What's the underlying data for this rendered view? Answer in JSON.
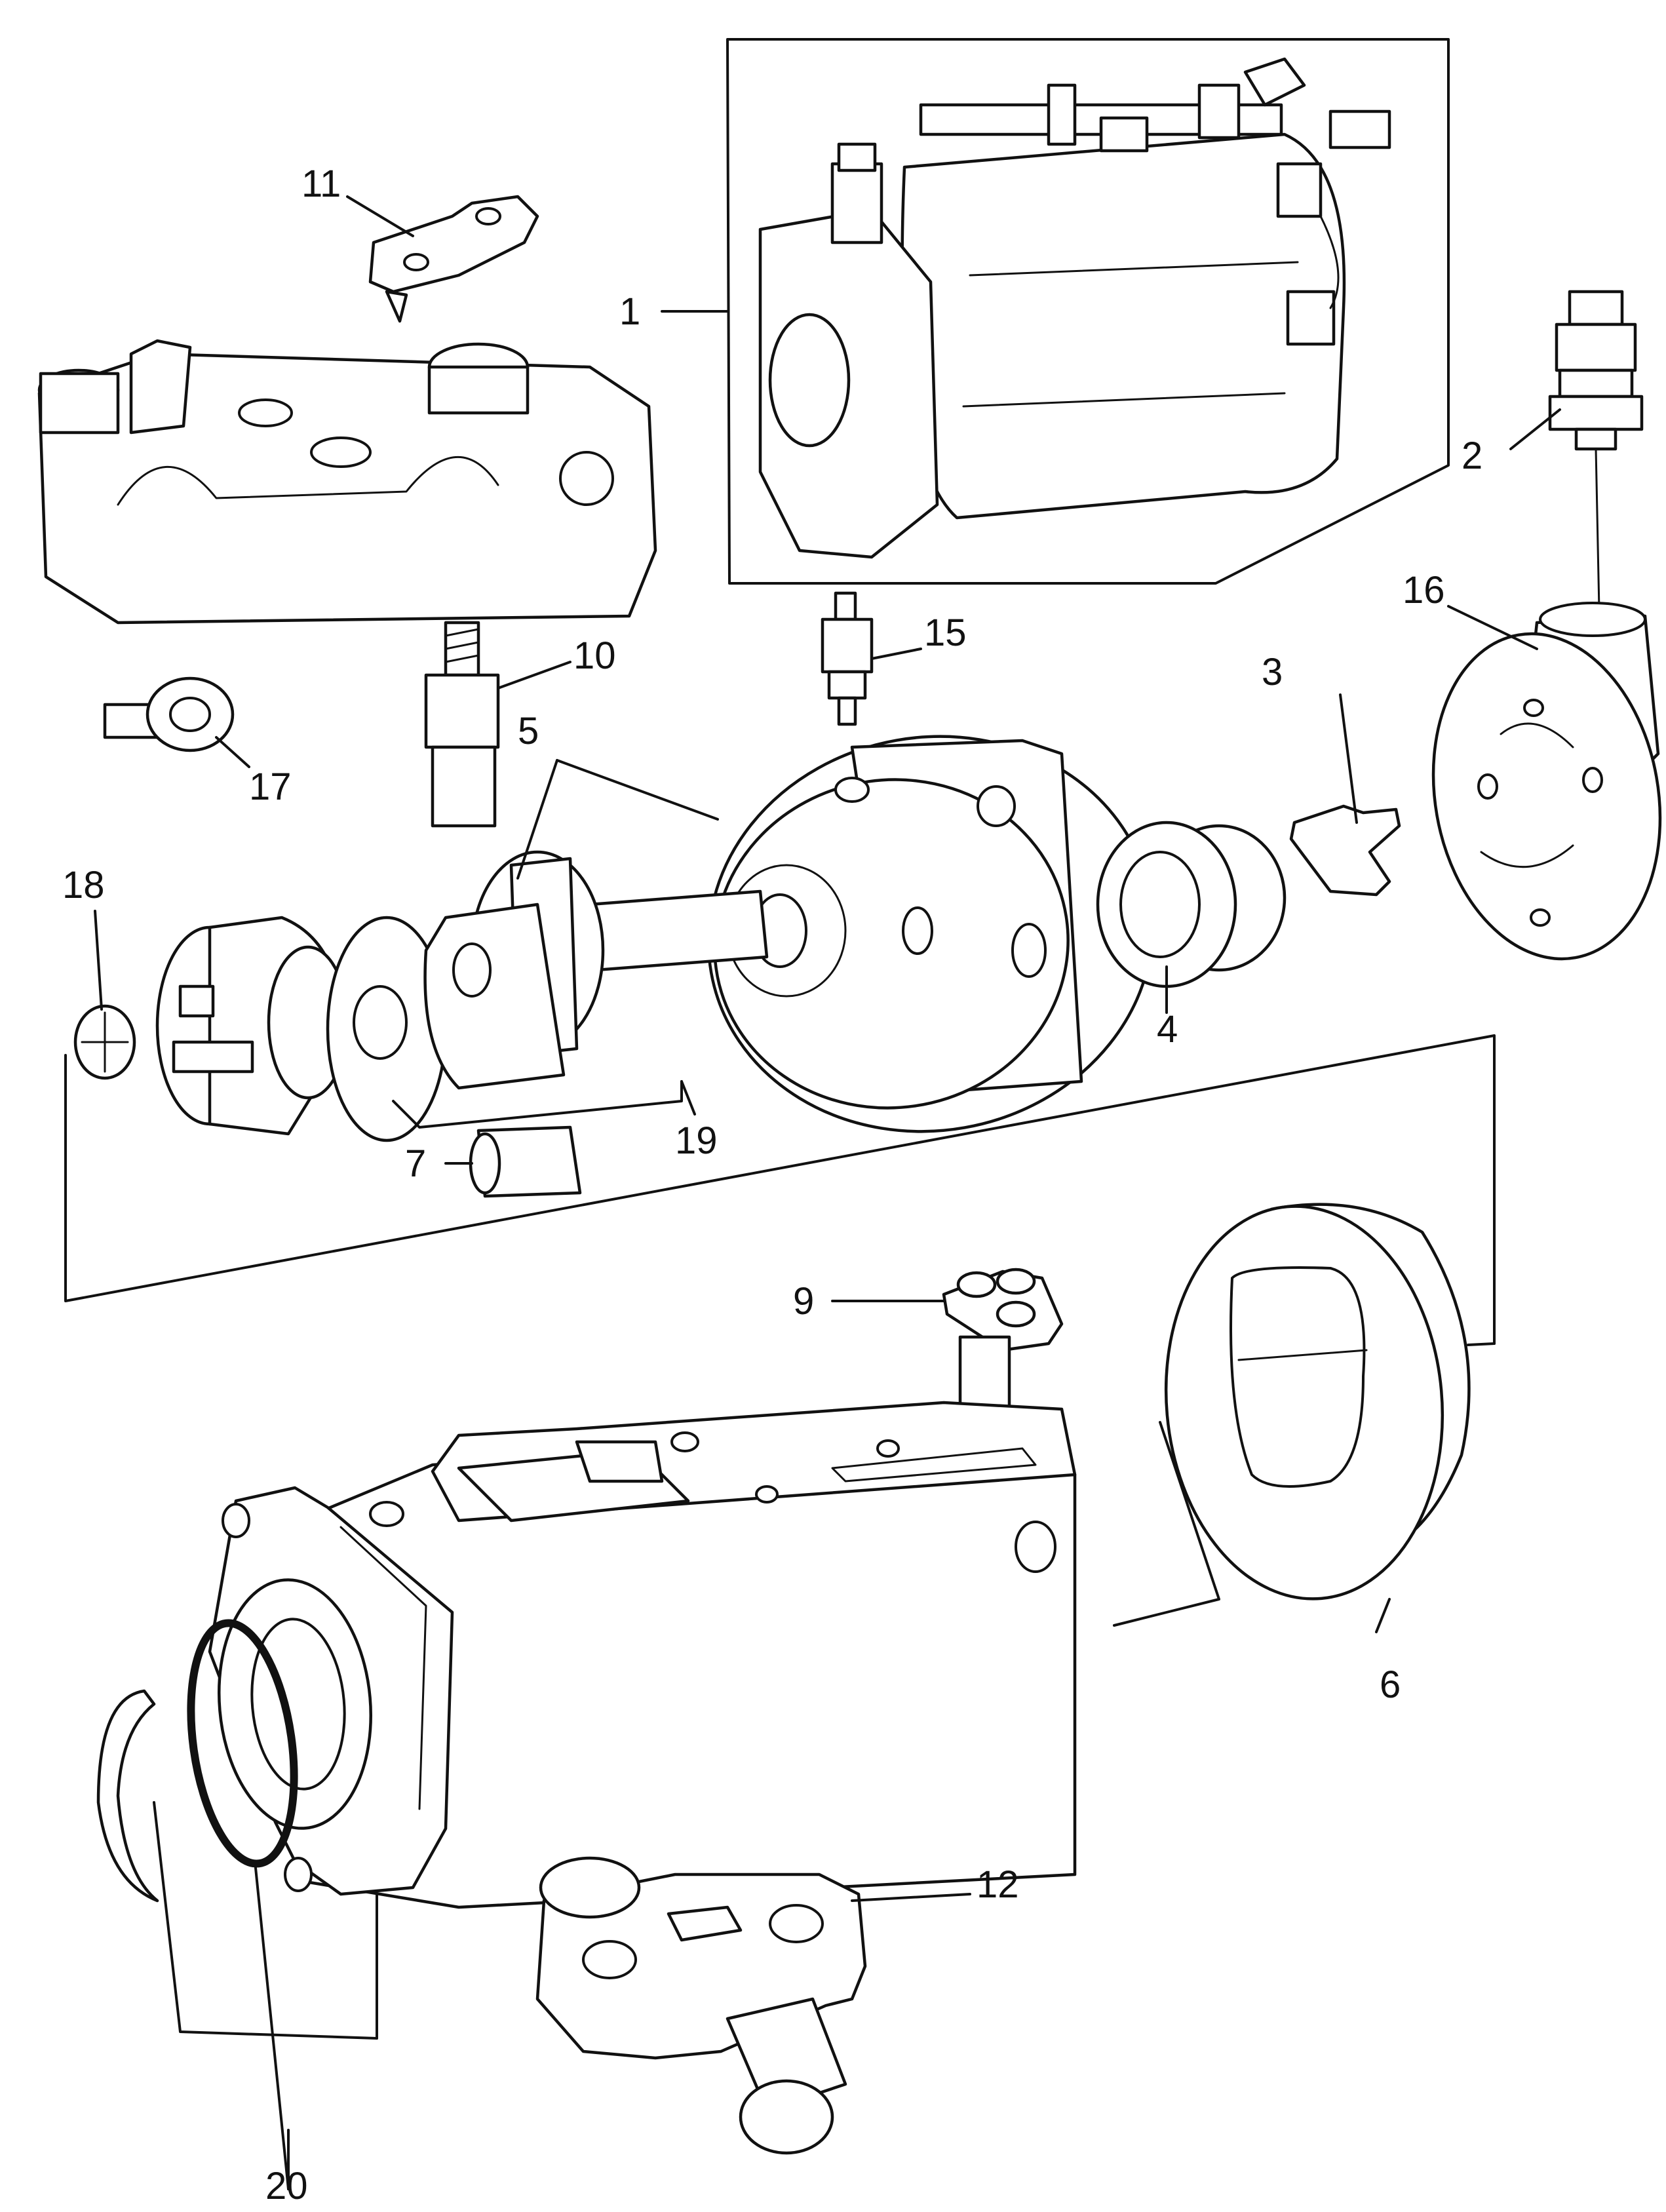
{
  "callouts": {
    "c1": "1",
    "c2": "2",
    "c3": "3",
    "c4": "4",
    "c5": "5",
    "c6": "6",
    "c7": "7",
    "c9": "9",
    "c10": "10",
    "c11": "11",
    "c12": "12",
    "c15": "15",
    "c16": "16",
    "c17": "17",
    "c18": "18",
    "c19": "19",
    "c20": "20"
  }
}
